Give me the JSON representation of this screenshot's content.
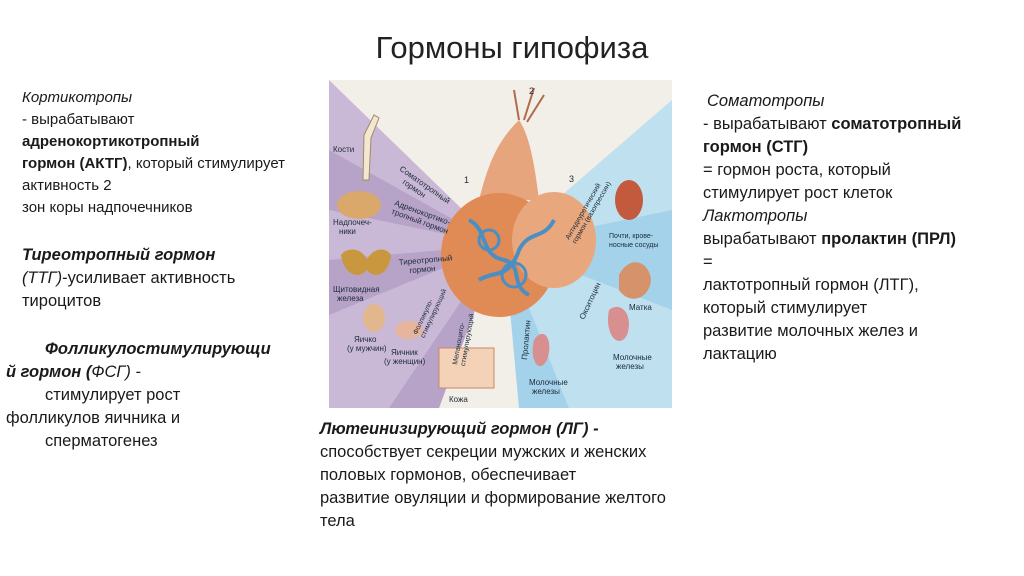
{
  "slide": {
    "title": "Гормоны гипофиза"
  },
  "left_top": {
    "line1": "Кортикотропы",
    "line2": "- вырабатывают",
    "line3": "адренокортикотропный",
    "line4_bold": "гормон (АКТГ)",
    "line4_rest": ", который стимулирует",
    "line5": "активность 2",
    "line6": "зон коры надпочечников"
  },
  "left_mid": {
    "line1_italic": "Тиреотропный гормон",
    "line2_italic": "(ТТГ)",
    "line2_rest": "-усиливает активность",
    "line3": "тироцитов"
  },
  "left_bottom": {
    "line1_italic": "Фолликулостимулирующи",
    "line2_italic": "й гормон (",
    "line2_italic2": "ФСГ) -",
    "line3": "стимулирует рост",
    "line4": "фолликулов яичника и",
    "line5": "сперматогенез"
  },
  "right": {
    "line1": "Соматотропы",
    "line2_plain": "- вырабатывают ",
    "line2_bold": "соматотропный",
    "line3_bold": "гормон (СТГ)",
    "line4": "= гормон роста, который",
    "line5": "стимулирует рост клеток",
    "line6": "Лактотропы",
    "line7_plain": "вырабатывают ",
    "line7_bold": "пролактин (ПРЛ)",
    "line8": "=",
    "line9": "лактотропный гормон (ЛТГ),",
    "line10": "который стимулирует",
    "line11": "развитие молочных желез и",
    "line12": "лактацию"
  },
  "bottom": {
    "line1_italic": "Лютеинизирующий гормон (ЛГ) -",
    "line2": "способствует секреции мужских и женских",
    "line3": "половых гормонов, обеспечивает",
    "line4": "развитие овуляции и формирование желтого",
    "line5": "тела"
  },
  "diagram": {
    "labels": {
      "bones": "Кости",
      "adrenal": "Надпочеч-",
      "adrenal2": "ники",
      "thyroid": "Щитовидная",
      "thyroid2": "железа",
      "testis": "Яичко",
      "testis2": "(у мужчин)",
      "ovary": "Яичник",
      "ovary2": "(у женщин)",
      "skin": "Кожа",
      "mammary": "Молочные",
      "mammary2": "железы",
      "mammary_r": "Молочные",
      "mammary_r2": "железы",
      "uterus": "Матка",
      "kidney": "Почти, крове-",
      "kidney2": "носные сосуды",
      "n1": "1",
      "n2": "2",
      "n3": "3"
    },
    "rays": {
      "somatotropic": "Соматотропный",
      "somatotropic2": "гормон",
      "acth": "Адренокортико-",
      "acth2": "тропный гормон",
      "tsh": "Тиреотропный",
      "tsh2": "гормон",
      "fsh": "Фолликуло-",
      "fsh2": "стимулирующий",
      "melan": "Меланоцито-",
      "melan2": "стимулирующий",
      "prolactin": "Пролактин",
      "oxytocin": "Окситоцин",
      "adh": "Антидиуретический",
      "adh2": "гормон (вазопрессин)"
    },
    "colors": {
      "left_fan": "#b9a6c9",
      "right_fan": "#a9d5ea",
      "gland": "#e08a55",
      "vessels": "#4a8fc4"
    }
  }
}
